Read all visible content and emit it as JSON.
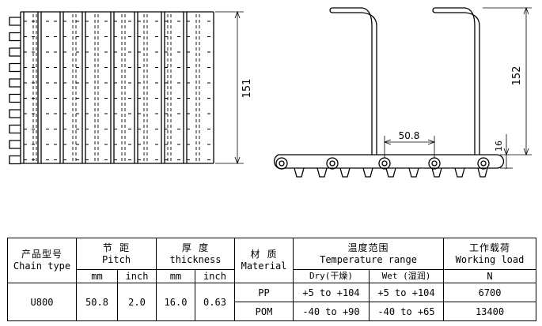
{
  "drawing": {
    "left_view": {
      "width_dim": "151"
    },
    "right_view": {
      "height_dim": "152",
      "pitch_dim": "50.8",
      "base_dim": "16"
    }
  },
  "table": {
    "model_header_cn": "产品型号",
    "model_header_en": "Chain type",
    "pitch_header_cn": "节 距",
    "pitch_header_en": "Pitch",
    "thickness_header_cn": "厚 度",
    "thickness_header_en": "thickness",
    "material_header_cn": "材 质",
    "material_header_en": "Material",
    "temp_header_cn": "温度范围",
    "temp_header_en": "Temperature range",
    "load_header_cn": "工作载荷",
    "load_header_en": "Working load",
    "unit_mm": "mm",
    "unit_inch": "inch",
    "unit_dry": "Dry(干燥)",
    "unit_wet": "Wet (湿润)",
    "unit_n": "N",
    "model": "U800",
    "pitch_mm": "50.8",
    "pitch_inch": "2.0",
    "thickness_mm": "16.0",
    "thickness_inch": "0.63",
    "rows": [
      {
        "material": "PP",
        "dry": "+5 to +104",
        "wet": "+5 to +104",
        "load": "6700"
      },
      {
        "material": "POM",
        "dry": "-40 to +90",
        "wet": "-40 to +65",
        "load": "13400"
      }
    ]
  }
}
